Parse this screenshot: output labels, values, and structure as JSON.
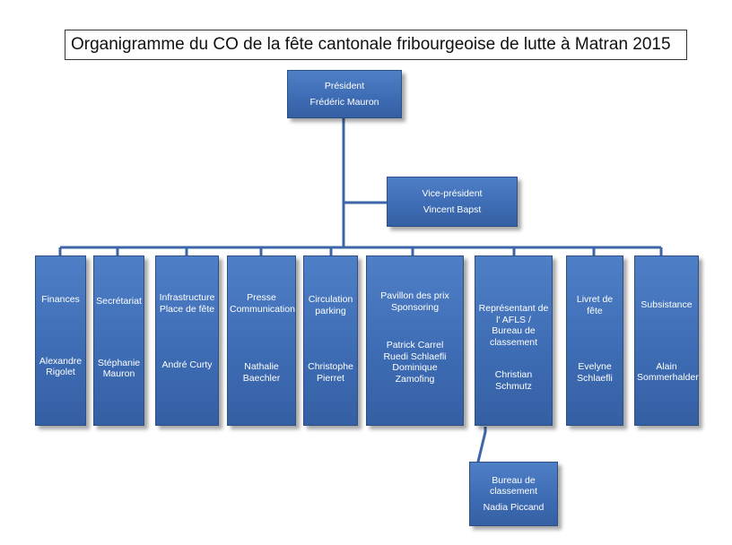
{
  "title": "Organigramme du CO de la fête cantonale fribourgeoise de lutte à Matran 2015",
  "president": {
    "role": "Président",
    "name": "Frédéric Mauron"
  },
  "vice_president": {
    "role": "Vice-président",
    "name": "Vincent Bapst"
  },
  "departments": [
    {
      "role_lines": [
        "Finances"
      ],
      "name_lines": [
        "Alexandre",
        "Rigolet"
      ]
    },
    {
      "role_lines": [
        "Secrétariat"
      ],
      "name_lines": [
        "Stéphanie",
        "Mauron"
      ]
    },
    {
      "role_lines": [
        "Infrastructure",
        "Place de fête"
      ],
      "name_lines": [
        "André Curty"
      ]
    },
    {
      "role_lines": [
        "Presse",
        "Communication"
      ],
      "name_lines": [
        "Nathalie",
        "Baechler"
      ]
    },
    {
      "role_lines": [
        "Circulation",
        "parking"
      ],
      "name_lines": [
        "Christophe",
        "Pierret"
      ]
    },
    {
      "role_lines": [
        "Pavillon des prix",
        "Sponsoring"
      ],
      "name_lines": [
        "Patrick Carrel",
        "Ruedi Schlaefli",
        "Dominique",
        "Zamofing"
      ]
    },
    {
      "role_lines": [
        "Représentant de",
        "l' AFLS /",
        "Bureau de",
        "classement"
      ],
      "name_lines": [
        "Christian Schmutz"
      ]
    },
    {
      "role_lines": [
        "Livret de",
        "fête"
      ],
      "name_lines": [
        "Evelyne",
        "Schlaefli"
      ]
    },
    {
      "role_lines": [
        "Subsistance"
      ],
      "name_lines": [
        "Alain",
        "Sommerhalder"
      ]
    }
  ],
  "sub_unit": {
    "role_lines": [
      "Bureau de",
      "classement"
    ],
    "name": "Nadia Piccand"
  },
  "colors": {
    "box": "#3e6db5",
    "connector": "#3d66a8",
    "text": "#ffffff"
  }
}
